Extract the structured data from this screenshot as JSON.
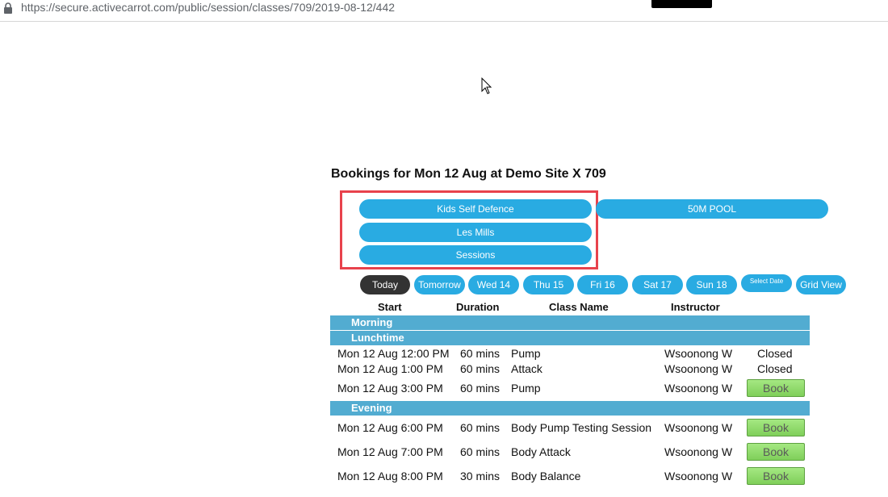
{
  "browser": {
    "url": "https://secure.activecarrot.com/public/session/classes/709/2019-08-12/442"
  },
  "page": {
    "heading": "Bookings for Mon 12 Aug at Demo Site X 709"
  },
  "categories": [
    {
      "label": "Kids Self Defence"
    },
    {
      "label": "50M POOL"
    },
    {
      "label": "Les Mills"
    },
    {
      "label": "Sessions"
    }
  ],
  "date_nav": [
    {
      "label": "Today",
      "active": true
    },
    {
      "label": "Tomorrow"
    },
    {
      "label": "Wed 14"
    },
    {
      "label": "Thu 15"
    },
    {
      "label": "Fri 16"
    },
    {
      "label": "Sat 17"
    },
    {
      "label": "Sun 18"
    },
    {
      "label": "Select Date"
    },
    {
      "label": "Grid View"
    }
  ],
  "table": {
    "headers": {
      "start": "Start",
      "duration": "Duration",
      "class_name": "Class Name",
      "instructor": "Instructor"
    },
    "sections": [
      {
        "label": "Morning",
        "rows": []
      },
      {
        "label": "Lunchtime",
        "rows": [
          {
            "start": "Mon 12 Aug 12:00 PM",
            "duration": "60 mins",
            "class_name": "Pump",
            "instructor": "Wsoonong W",
            "status": "Closed"
          },
          {
            "start": "Mon 12 Aug 1:00 PM",
            "duration": "60 mins",
            "class_name": "Attack",
            "instructor": "Wsoonong W",
            "status": "Closed"
          },
          {
            "start": "Mon 12 Aug 3:00 PM",
            "duration": "60 mins",
            "class_name": "Pump",
            "instructor": "Wsoonong W",
            "status": "Book"
          }
        ]
      },
      {
        "label": "Evening",
        "rows": [
          {
            "start": "Mon 12 Aug 6:00 PM",
            "duration": "60 mins",
            "class_name": "Body Pump Testing Session",
            "instructor": "Wsoonong W",
            "status": "Book"
          },
          {
            "start": "Mon 12 Aug 7:00 PM",
            "duration": "60 mins",
            "class_name": "Body Attack",
            "instructor": "Wsoonong W",
            "status": "Book"
          },
          {
            "start": "Mon 12 Aug 8:00 PM",
            "duration": "30 mins",
            "class_name": "Body Balance",
            "instructor": "Wsoonong W",
            "status": "Book"
          }
        ]
      }
    ]
  },
  "colors": {
    "pill": "#29abe2",
    "active_pill": "#333333",
    "section_band": "#52acd1",
    "book_button": "#8fdc6c",
    "highlight": "#e8424c"
  },
  "icons": [
    "lock-icon",
    "mouse-cursor-icon"
  ]
}
